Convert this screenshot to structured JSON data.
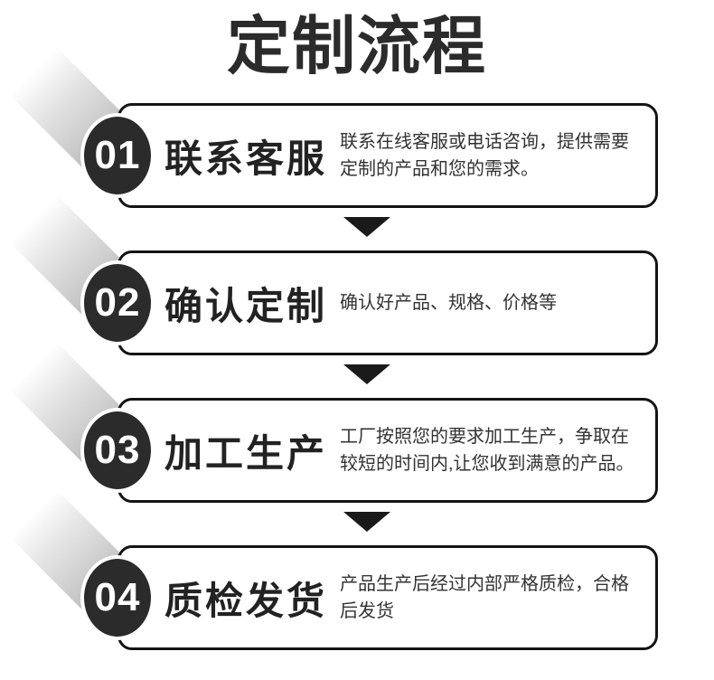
{
  "page": {
    "title": "定制流程",
    "background_color": "#ffffff"
  },
  "colors": {
    "border_black": "#141414",
    "badge_background": "#2b2b2b",
    "badge_number_color": "#ffffff",
    "shadow_gray": "#b5b5b5",
    "arrow_black": "#1a1a1a",
    "description_text": "#333333"
  },
  "icons": {
    "arrow_down": "▼"
  },
  "steps": [
    {
      "number": "01",
      "title": "联系客服",
      "desc": [
        "联系在线客服或电话咨询，提供需要",
        "定制的产品和您的需求。"
      ]
    },
    {
      "number": "02",
      "title": "确认定制",
      "desc": [
        "确认好产品、规格、价格等"
      ]
    },
    {
      "number": "03",
      "title": "加工生产",
      "desc": [
        "工厂按照您的要求加工生产，争取在",
        "较短的时间内,让您收到满意的产品。"
      ]
    },
    {
      "number": "04",
      "title": "质检发货",
      "desc": [
        "产品生产后经过内部严格质检，合格",
        "后发货"
      ]
    }
  ]
}
